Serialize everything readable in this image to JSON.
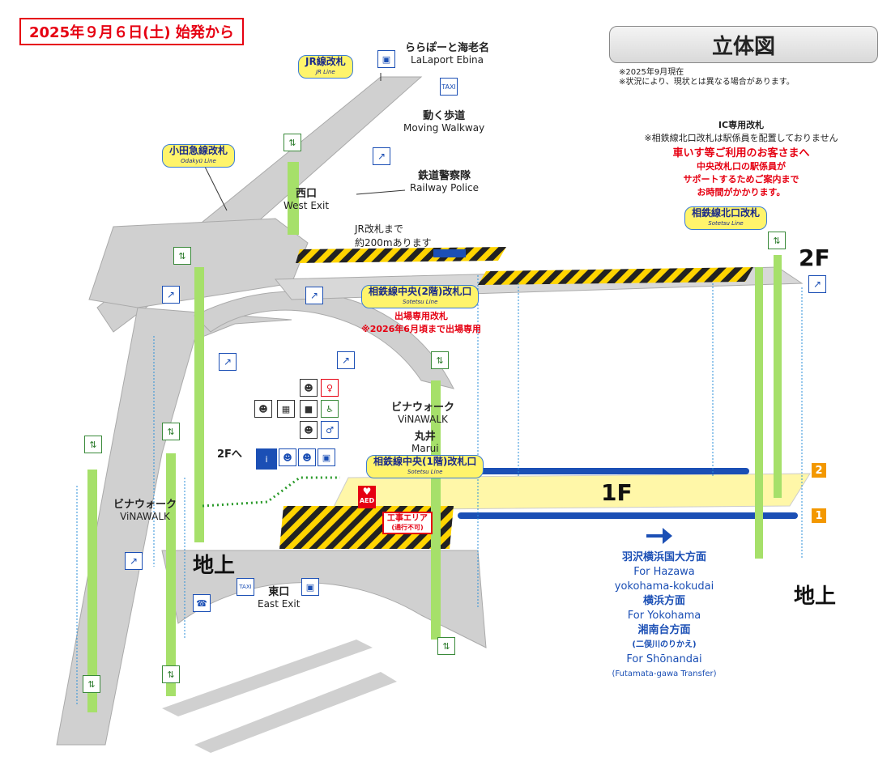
{
  "service_start": "2025年９月６日(土) 始発から",
  "diagram_title": "立体図",
  "notes": [
    "※2025年9月現在",
    "※状況により、現状とは異なる場合があります。"
  ],
  "top_dest": {
    "jp": "ららぽーと海老名",
    "en": "LaLaport Ebina"
  },
  "jr_gate": {
    "jp": "JR線改札",
    "en": "JR Line"
  },
  "odakyu_gate": {
    "jp": "小田急線改札",
    "en": "Odakyū Line"
  },
  "moving_walkway": {
    "jp": "動く歩道",
    "en": "Moving Walkway"
  },
  "railway_police": {
    "jp": "鉄道警察隊",
    "en": "Railway Police"
  },
  "west_exit": {
    "jp": "西口",
    "en": "West Exit"
  },
  "jr_distance": {
    "line1": "JR改札まで",
    "line2": "約200mあります"
  },
  "ic_gate": {
    "title": "IC専用改札",
    "note": "※相鉄線北口改札は駅係員を配置しておりません"
  },
  "wheelchair": {
    "heading": "車いす等ご利用のお客さまへ",
    "l1": "中央改札口の駅係員が",
    "l2": "サポートするためご案内まで",
    "l3": "お時間がかかります。"
  },
  "sotetsu_north": {
    "jp": "相鉄線北口改札",
    "en": "Sotetsu Line"
  },
  "sotetsu_central2": {
    "jp": "相鉄線中央(2階)改札口",
    "en": "Sotetsu Line"
  },
  "exit_only": {
    "l1": "出場専用改札",
    "l2": "※2026年6月頃まで出場専用"
  },
  "vinawalk_right": {
    "jp": "ビナウォーク",
    "en": "ViNAWALK"
  },
  "marui": {
    "jp": "丸井",
    "en": "Marui"
  },
  "vinawalk_left": {
    "jp": "ビナウォーク",
    "en": "ViNAWALK"
  },
  "to_2f": "2Fへ",
  "sotetsu_central1": {
    "jp": "相鉄線中央(1階)改札口",
    "en": "Sotetsu Line"
  },
  "aed": "AED",
  "construction": {
    "l1": "工事エリア",
    "l2": "(通行不可)"
  },
  "floor_2f": "2F",
  "floor_1f": "1F",
  "ground_left": "地上",
  "ground_right": "地上",
  "east_exit": {
    "jp": "東口",
    "en": "East Exit"
  },
  "platforms": [
    "2",
    "1"
  ],
  "destinations": [
    {
      "jp": "羽沢横浜国大方面",
      "en1": "For Hazawa",
      "en2": "yokohama-kokudai"
    },
    {
      "jp": "横浜方面",
      "en1": "For Yokohama"
    },
    {
      "jp": "湘南台方面",
      "sub": "(二俣川のりかえ)",
      "en1": "For Shōnandai",
      "en2": "(Futamata-gawa Transfer)"
    }
  ],
  "colors": {
    "walkway": "#cfcfcf",
    "elevator": "#a6e06a",
    "platform": "#fff7a8",
    "accent_red": "#e60012",
    "track_blue": "#1b4fb5",
    "stripe_yellow": "#ffd400"
  }
}
